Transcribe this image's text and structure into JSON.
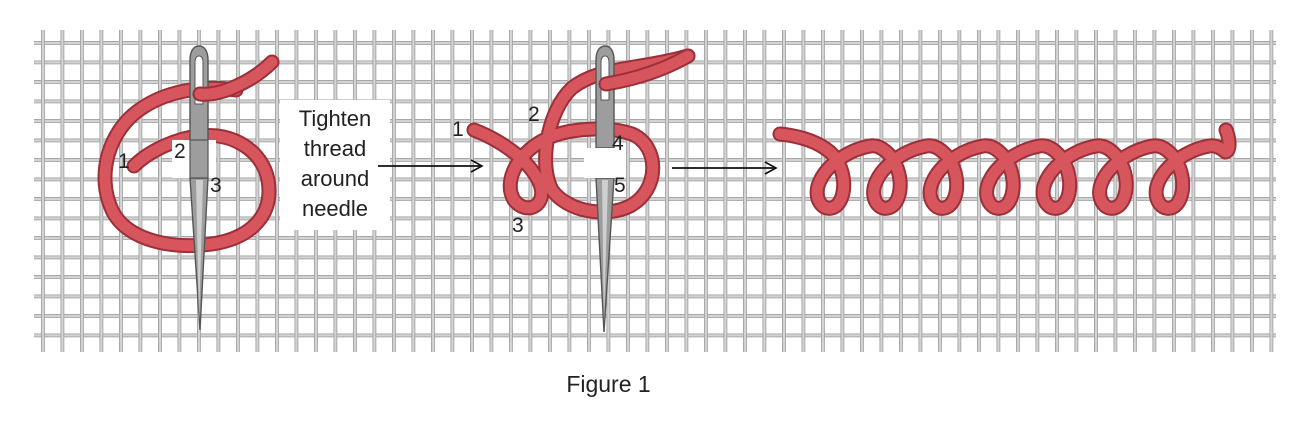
{
  "diagram": {
    "step1_labels": [
      "1",
      "2",
      "3"
    ],
    "instruction_lines": [
      "Tighten",
      "thread",
      "around",
      "needle"
    ],
    "step2_labels": [
      "1",
      "2",
      "3",
      "4",
      "5"
    ],
    "caption": "Figure 1",
    "colors": {
      "thread": "#d7565e",
      "thread_outline": "#9c2f38",
      "canvas_thread": "#c9c9c9",
      "needle": "#8a8a8a"
    },
    "icons": [
      "needle-icon",
      "arrow-right-icon"
    ]
  }
}
